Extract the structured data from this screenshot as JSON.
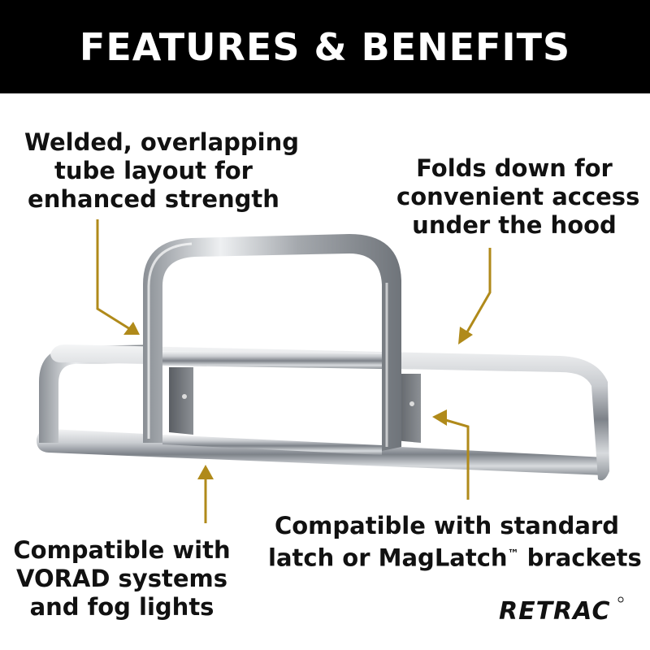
{
  "header": {
    "title": "FEATURES & BENEFITS"
  },
  "callouts": {
    "welded": [
      "Welded, overlapping",
      "tube layout for",
      "enhanced strength"
    ],
    "folds": [
      "Folds down for",
      "convenient access",
      "under the hood"
    ],
    "vorad": [
      "Compatible with",
      "VORAD systems",
      "and fog lights"
    ],
    "latch": [
      "Compatible with standard",
      "latch or MagLatch",
      "brackets"
    ],
    "trademark": "™"
  },
  "logo": {
    "text": "RETRAC"
  },
  "colors": {
    "header_bg": "#000000",
    "header_text": "#ffffff",
    "arrow": "#b08a1a",
    "text": "#111111"
  }
}
